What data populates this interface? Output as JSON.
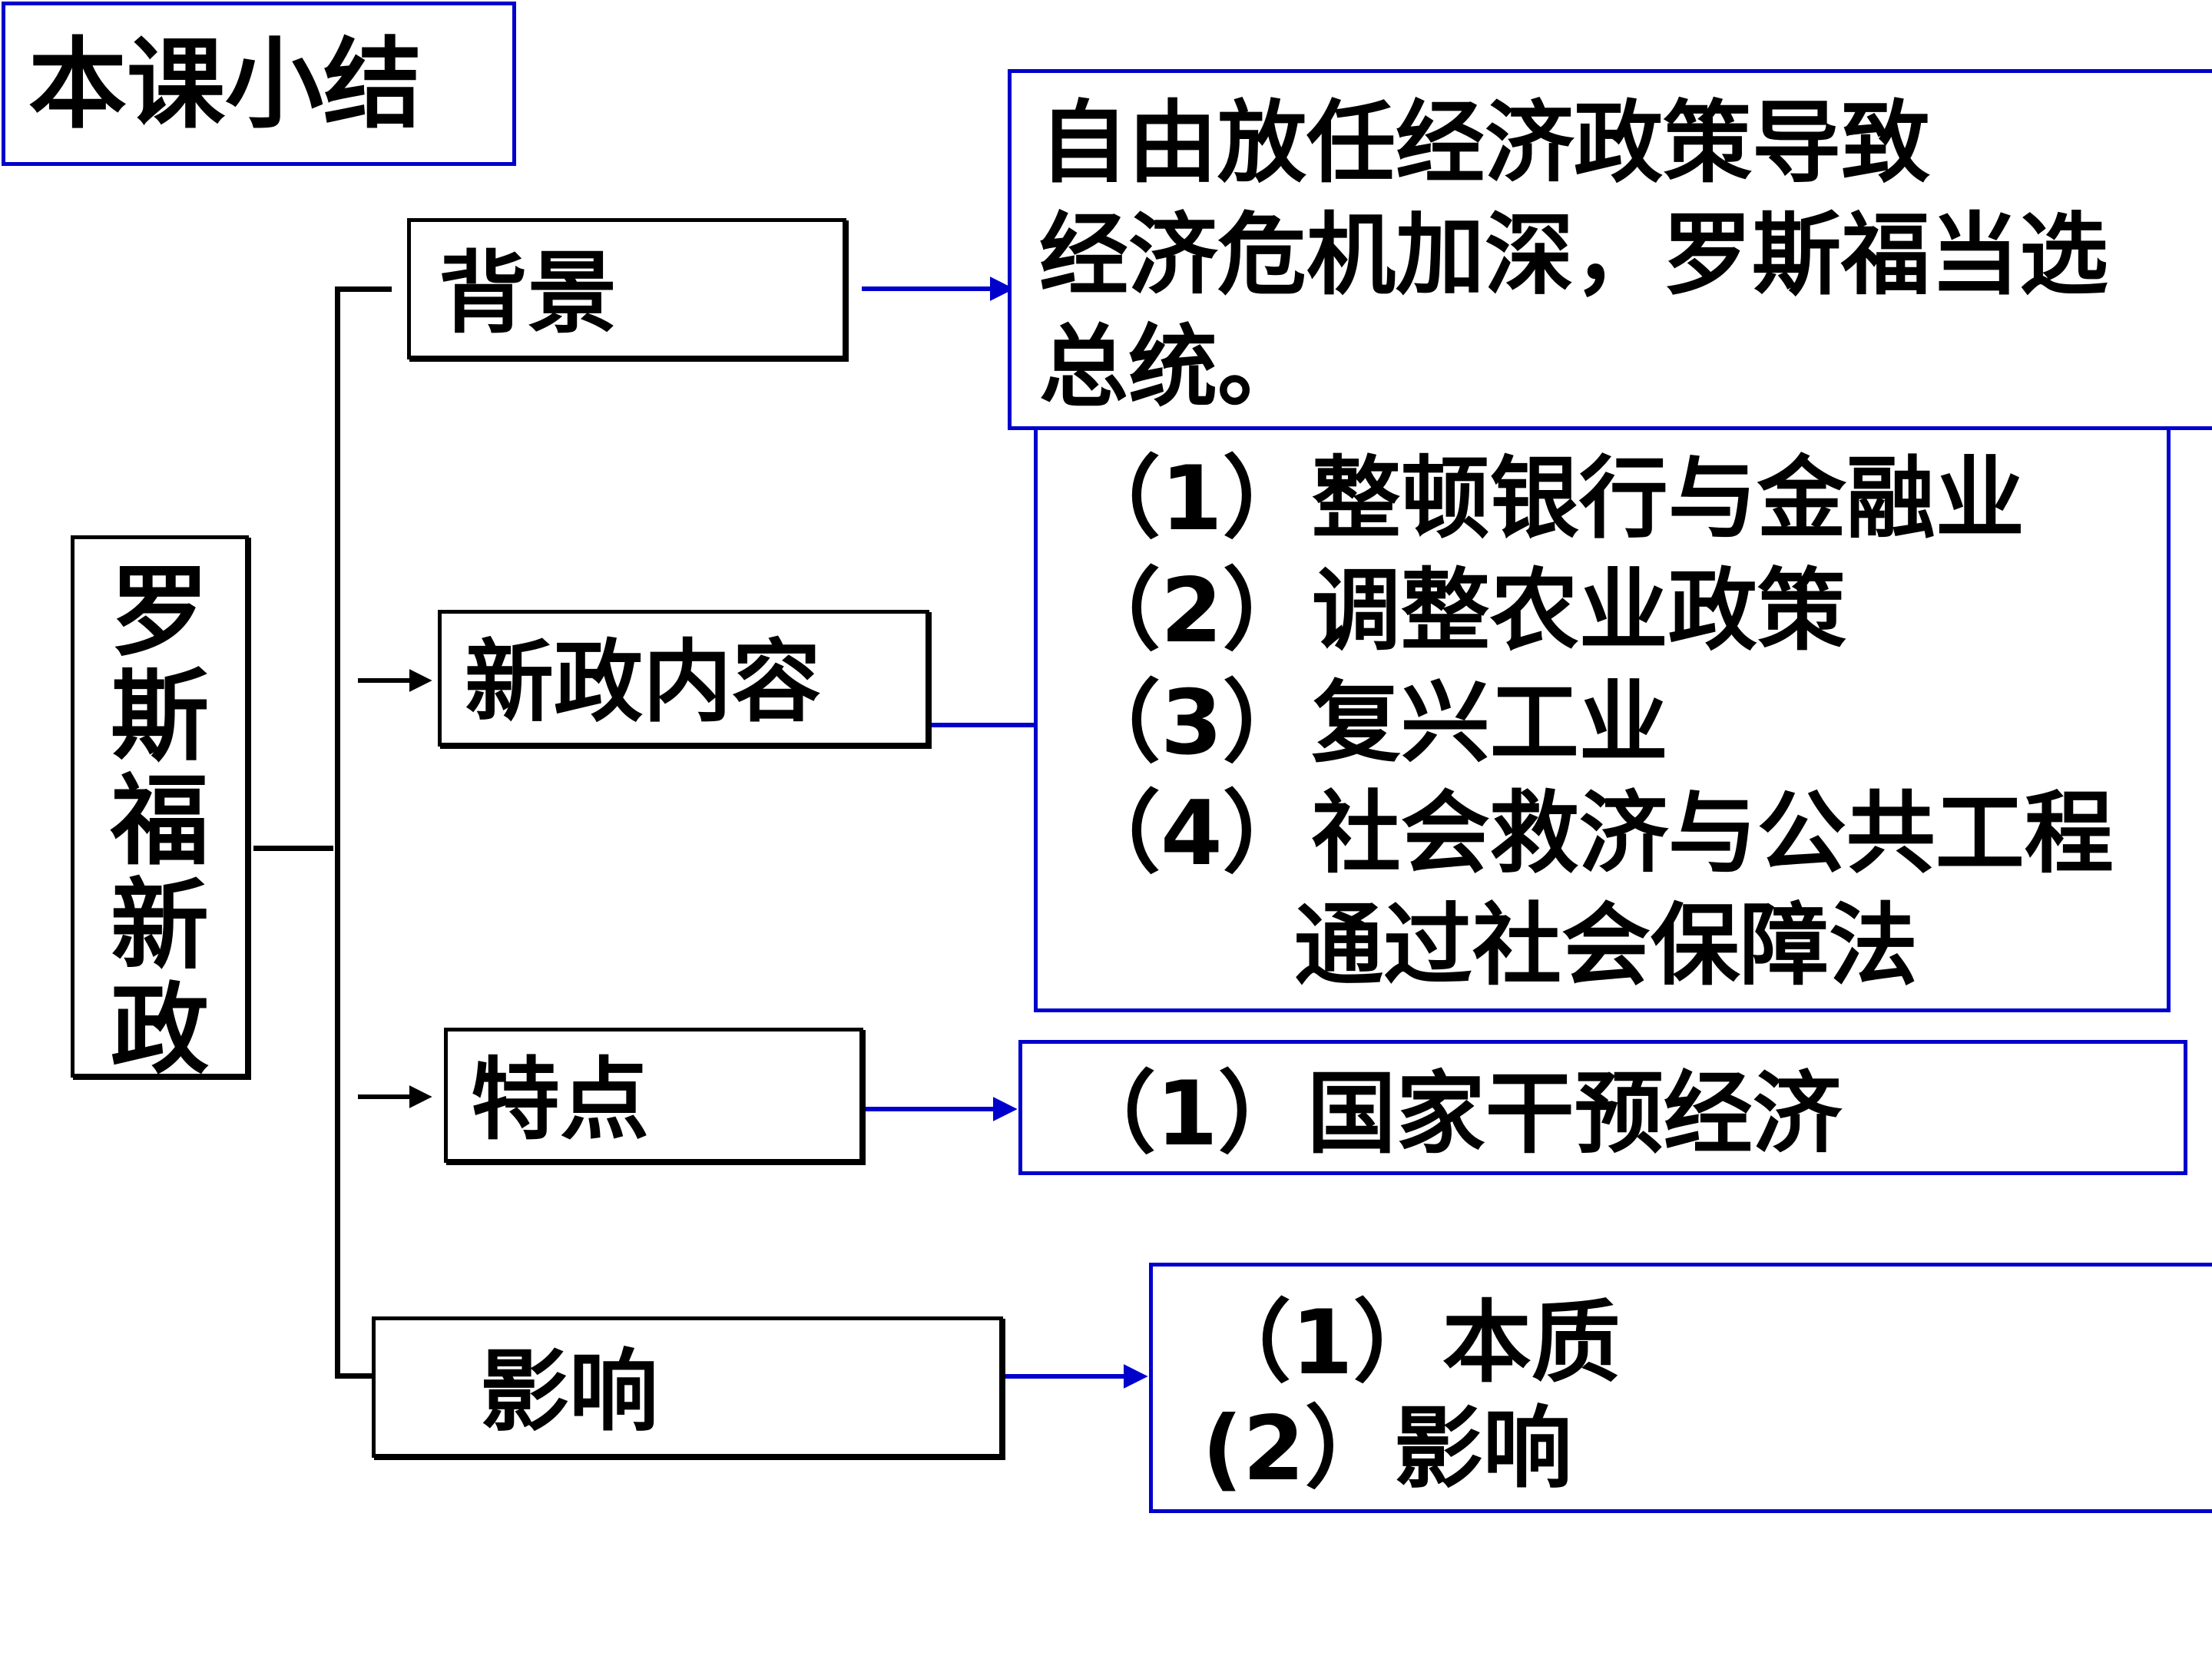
{
  "title": "本课小结",
  "root": "罗斯福新政",
  "branches": {
    "background": {
      "label": "背景",
      "content": [
        "自由放任经济政策导致",
        "经济危机加深，罗斯福当选",
        "总统。"
      ]
    },
    "content": {
      "label": "新政内容",
      "content": [
        "（1）整顿银行与金融业",
        "（2）调整农业政策",
        "（3）复兴工业",
        "（4）社会救济与公共工程",
        "通过社会保障法"
      ]
    },
    "feature": {
      "label": "特点",
      "content": [
        "（1）国家干预经济"
      ]
    },
    "impact": {
      "label": "影响",
      "content": [
        "（1）本质",
        "(2）影响"
      ]
    }
  },
  "colors": {
    "tree_lines": "#000000",
    "arrows": "#0000cc",
    "content_borders": "#0000cc"
  }
}
